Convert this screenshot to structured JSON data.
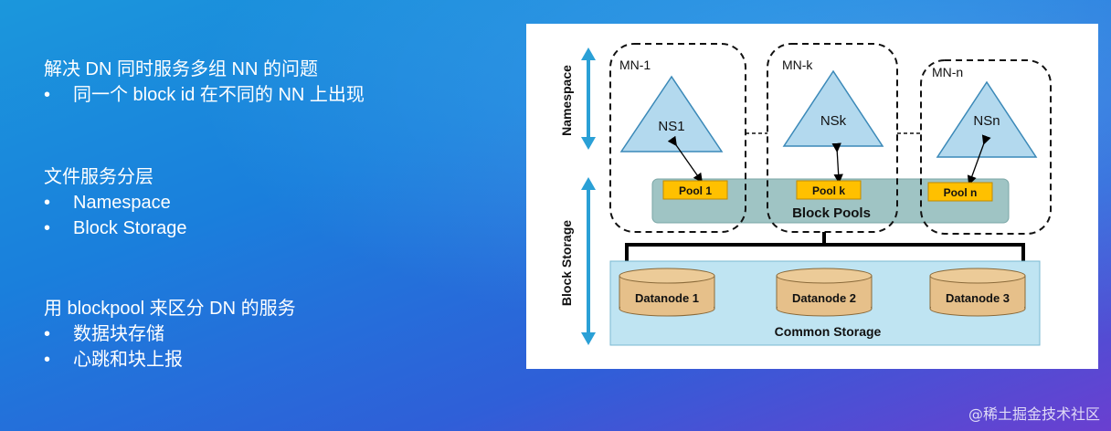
{
  "left_text": {
    "sections": [
      {
        "title": "解决 DN 同时服务多组 NN 的问题",
        "bullets": [
          "同一个 block id 在不同的 NN 上出现"
        ]
      },
      {
        "title": "文件服务分层",
        "bullets": [
          "Namespace",
          "Block Storage"
        ]
      },
      {
        "title": "用 blockpool 来区分 DN 的服务",
        "bullets": [
          "数据块存储",
          "心跳和块上报"
        ]
      }
    ]
  },
  "diagram": {
    "axis_labels": {
      "namespace": "Namespace",
      "block_storage": "Block Storage"
    },
    "namenodes": [
      {
        "label": "MN-1",
        "ns": "NS1",
        "pool": "Pool 1"
      },
      {
        "label": "MN-k",
        "ns": "NSk",
        "pool": "Pool k"
      },
      {
        "label": "MN-n",
        "ns": "NSn",
        "pool": "Pool n"
      }
    ],
    "block_pools_label": "Block Pools",
    "datanodes": [
      "Datanode 1",
      "Datanode 2",
      "Datanode 3"
    ],
    "common_storage_label": "Common Storage",
    "colors": {
      "triangle_fill": "#b3d9ee",
      "triangle_stroke": "#3b89b8",
      "pool_fill": "#ffc000",
      "pools_band": "#9fc4c4",
      "storage_fill": "#bfe4f2",
      "cylinder_fill": "#e6c08a",
      "arrow": "#2aa0d6"
    }
  },
  "watermark": "@稀土掘金技术社区"
}
